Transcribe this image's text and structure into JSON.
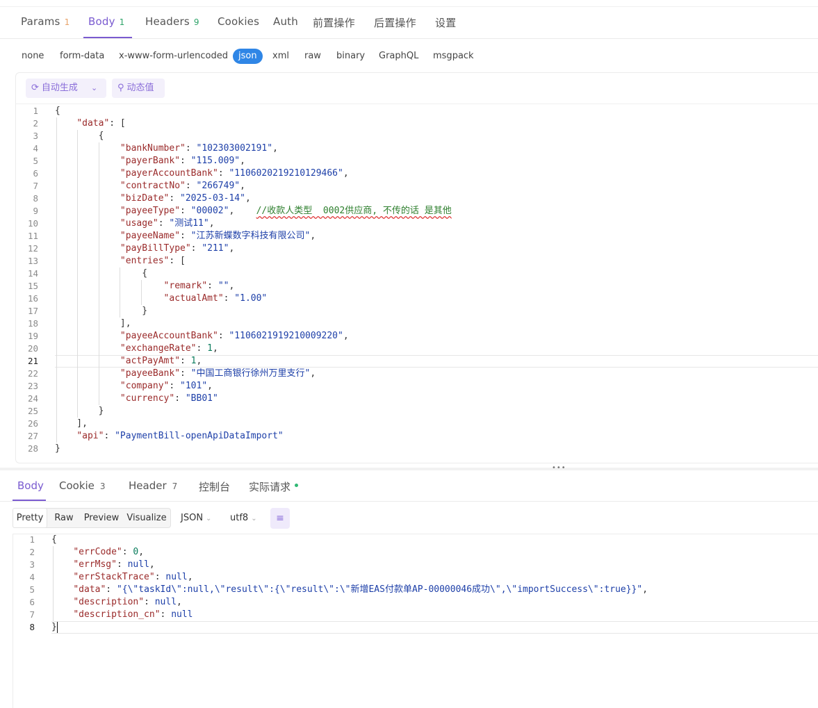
{
  "request_tabs": [
    {
      "label": "Params",
      "count": "1",
      "count_color": "#e8a36a"
    },
    {
      "label": "Body",
      "count": "1",
      "count_color": "#2fa46a",
      "active": true
    },
    {
      "label": "Headers",
      "count": "9",
      "count_color": "#2fa46a"
    },
    {
      "label": "Cookies"
    },
    {
      "label": "Auth"
    },
    {
      "label": "前置操作"
    },
    {
      "label": "后置操作"
    },
    {
      "label": "设置"
    }
  ],
  "body_types": [
    "none",
    "form-data",
    "x-www-form-urlencoded",
    "json",
    "xml",
    "raw",
    "binary",
    "GraphQL",
    "msgpack"
  ],
  "body_type_selected": "json",
  "editor_toolbar": {
    "auto_generate_label": "自动生成",
    "dynamic_value_label": "动态值",
    "icons": [
      "refresh-icon",
      "chevron-down-icon",
      "wand-icon"
    ]
  },
  "request_body_lines": [
    "{",
    "    \"data\": [",
    "        {",
    "            \"bankNumber\": \"102303002191\",",
    "            \"payerBank\": \"115.009\",",
    "            \"payerAccountBank\": \"1106020219210129466\",",
    "            \"contractNo\": \"266749\",",
    "            \"bizDate\": \"2025-03-14\",",
    "            \"payeeType\": \"00002\",    //收款人类型  0002供应商, 不传的话 是其他",
    "            \"usage\": \"测试11\",",
    "            \"payeeName\": \"江苏新蝶数字科技有限公司\",",
    "            \"payBillType\": \"211\",",
    "            \"entries\": [",
    "                {",
    "                    \"remark\": \"\",",
    "                    \"actualAmt\": \"1.00\"",
    "                }",
    "            ],",
    "            \"payeeAccountBank\": \"1106021919210009220\",",
    "            \"exchangeRate\": 1,",
    "            \"actPayAmt\": 1,",
    "            \"payeeBank\": \"中国工商银行徐州万里支行\",",
    "            \"company\": \"101\",",
    "            \"currency\": \"BB01\"",
    "        }",
    "    ],",
    "    \"api\": \"PaymentBill-openApiDataImport\"",
    "}"
  ],
  "request_current_line": 21,
  "response_tabs": [
    {
      "label": "Body",
      "active": true
    },
    {
      "label": "Cookie",
      "count": "3"
    },
    {
      "label": "Header",
      "count": "7"
    },
    {
      "label": "控制台"
    },
    {
      "label": "实际请求",
      "status_dot": "#2fb874"
    }
  ],
  "response_view_modes": [
    "Pretty",
    "Raw",
    "Preview",
    "Visualize"
  ],
  "response_view_selected": "Pretty",
  "response_format": "JSON",
  "response_encoding": "utf8",
  "response_body_lines": [
    "{",
    "    \"errCode\": 0,",
    "    \"errMsg\": null,",
    "    \"errStackTrace\": null,",
    "    \"data\": \"{\\\"taskId\\\":null,\\\"result\\\":{\\\"result\\\":\\\"新增EAS付款单AP-00000046成功\\\",\\\"importSuccess\\\":true}}\",",
    "    \"description\": null,",
    "    \"description_cn\": null",
    "}"
  ],
  "response_current_line": 8,
  "accent_color": "#7a5bd0"
}
